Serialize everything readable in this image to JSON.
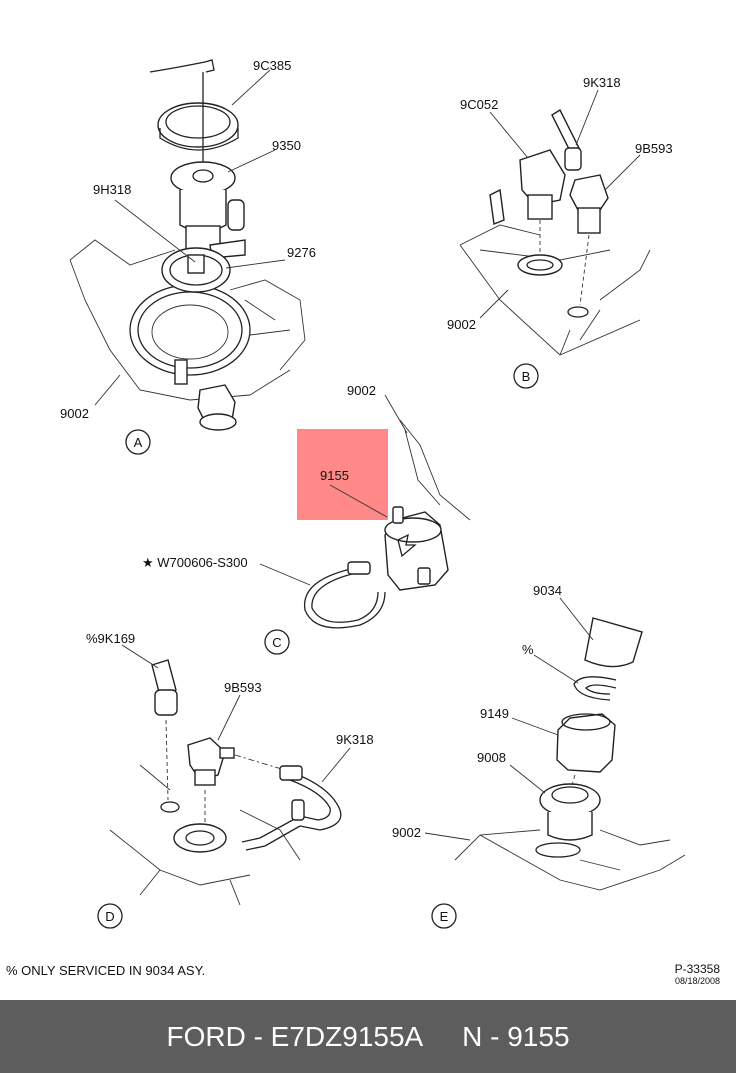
{
  "labels": {
    "9C385": "9C385",
    "9350": "9350",
    "9H318": "9H318",
    "9276": "9276",
    "9002_a": "9002",
    "9C052": "9C052",
    "9K318_b": "9K318",
    "9B593_b": "9B593",
    "9002_b": "9002",
    "9002_c": "9002",
    "9155": "9155",
    "W700606": "★ W700606-S300",
    "9K169": "%9K169",
    "9B593_d": "9B593",
    "9K318_d": "9K318",
    "9034": "9034",
    "percent": "%",
    "9149": "9149",
    "9008": "9008",
    "9002_e": "9002"
  },
  "views": {
    "A": "A",
    "B": "B",
    "C": "C",
    "D": "D",
    "E": "E"
  },
  "note": "% ONLY SERVICED IN 9034 ASY.",
  "drawing_number": "P-33358",
  "drawing_date": "08/18/2008",
  "footer": {
    "part": "FORD - E7DZ9155A",
    "number": "N - 9155"
  },
  "colors": {
    "highlight": "#ff6b6b",
    "footer_bg": "#5d5d5d"
  }
}
